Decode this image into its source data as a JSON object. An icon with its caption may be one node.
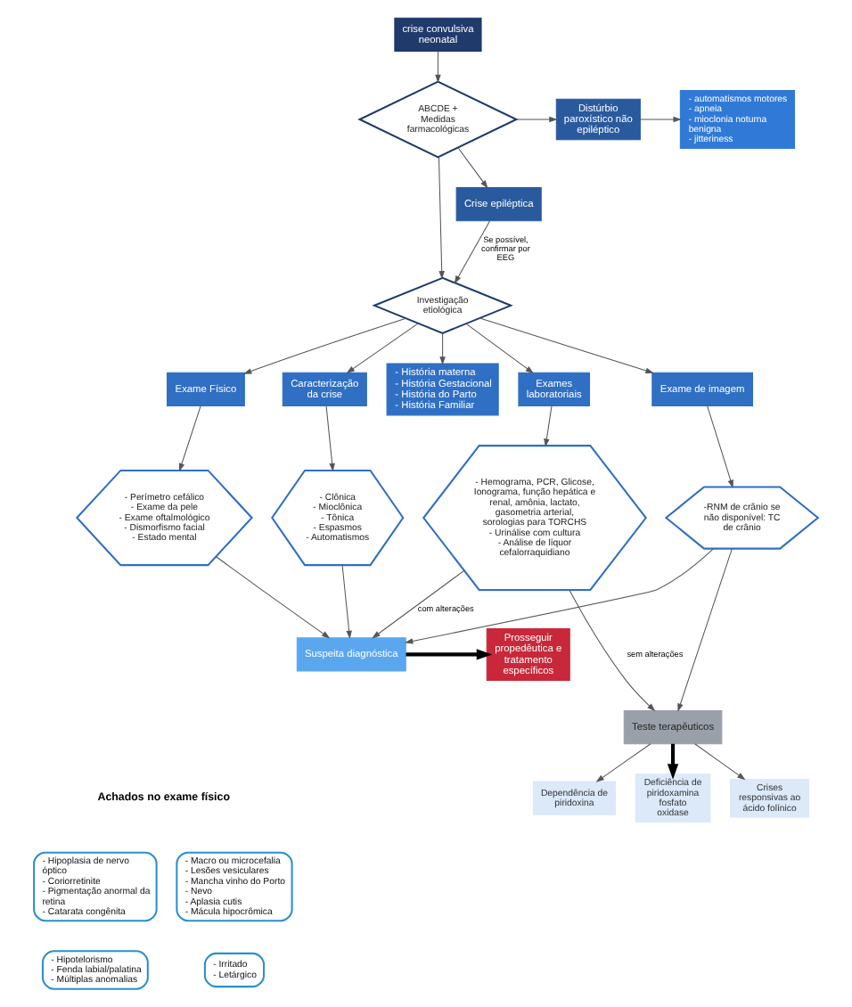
{
  "diagram": {
    "nodes": [
      {
        "text": [
          "crise convulsiva neonatal"
        ]
      },
      {
        "text": [
          "ABCDE + Medidas farmacológicas"
        ]
      },
      {
        "text": [
          "Distúrbio paroxístico não epiléptico"
        ]
      },
      {
        "text": [
          "- automatismos motores - apneia - mioclonia noturna benigna - jitteriness"
        ]
      },
      {
        "text": [
          "Crise epiléptica"
        ]
      },
      {
        "text": [
          "Investigação etiológica"
        ]
      },
      {
        "text": [
          "Exame Físico"
        ]
      },
      {
        "text": [
          "Caracterização da crise"
        ]
      },
      {
        "text": [
          "- História materna - História Gestacional - História do Parto - História Familiar"
        ]
      },
      {
        "text": [
          "Exames laboratoriais"
        ]
      },
      {
        "text": [
          "Exame de imagem"
        ]
      },
      {
        "text": [
          "- Perímetro cefálico - Exame da pele - Exame oftalmológico - Dismorfismo facial - Estado mental"
        ]
      },
      {
        "text": [
          "- Clônica - Mioclônica - Tônica - Espasmos - Automatismos"
        ]
      },
      {
        "text": [
          "- Hemograma, PCR, Glicose, Ionograma, função hepática e renal, amônia, lactato, gasometria arterial, sorologias para TORCHS - Urinálise com cultura - Análise de líquor cefalorraquidiano"
        ]
      },
      {
        "text": [
          "-RNM de crânio se não disponível: TC de crânio"
        ]
      },
      {
        "text": [
          "Suspeita diagnóstica"
        ]
      },
      {
        "text": [
          "Prosseguir propedêutica e tratamento específicos"
        ]
      },
      {
        "text": [
          "Teste terapêuticos"
        ]
      },
      {
        "text": [
          "Dependência de piridoxina"
        ]
      },
      {
        "text": [
          "Deficiência de piridoxamina fosfato oxidase"
        ]
      },
      {
        "text": [
          "Crises responsivas ao ácido folínico"
        ]
      },
      {
        "text": [
          "- Hipoplasia de nervo óptico - Coriorretinite - Pigmentação anormal da retina - Catarata congênita"
        ]
      },
      {
        "text": [
          "- Macro ou microcefalia - Lesões vesiculares - Mancha vinho do Porto - Nevo - Aplasia cutis - Mácula hipocrômica"
        ]
      },
      {
        "text": [
          "- Hipotelorismo - Fenda labial/palatina - Múltiplas anomalias"
        ]
      },
      {
        "text": [
          "- Irritado - Letárgico"
        ]
      }
    ],
    "edges": [
      {
        "from": 0,
        "to": 1,
        "arrow": "to"
      },
      {
        "from": 1,
        "to": 2,
        "arrow": "to"
      },
      {
        "from": 1,
        "to": 4,
        "arrow": "to"
      },
      {
        "from": 2,
        "to": 3,
        "arrow": "to"
      },
      {
        "from": 1,
        "to": 5,
        "arrow": "to"
      },
      {
        "from": 4,
        "to": 5,
        "arrow": "to",
        "label": "Se possível, confirmar por EEG"
      },
      {
        "from": 5,
        "to": 6,
        "arrow": "to"
      },
      {
        "from": 5,
        "to": 7,
        "arrow": "to"
      },
      {
        "from": 5,
        "to": 8,
        "arrow": "to"
      },
      {
        "from": 5,
        "to": 9,
        "arrow": "to"
      },
      {
        "from": 5,
        "to": 10,
        "arrow": "to"
      },
      {
        "from": 6,
        "to": 11,
        "arrow": "to"
      },
      {
        "from": 7,
        "to": 12,
        "arrow": "to"
      },
      {
        "from": 9,
        "to": 13,
        "arrow": "to"
      },
      {
        "from": 10,
        "to": 14,
        "arrow": "to"
      },
      {
        "from": 11,
        "to": 15,
        "arrow": "to"
      },
      {
        "from": 12,
        "to": 15,
        "arrow": "to"
      },
      {
        "from": 13,
        "to": 15,
        "arrow": "to",
        "label": "com alterações"
      },
      {
        "from": 14,
        "to": 15,
        "arrow": "to"
      },
      {
        "from": 13,
        "to": 17,
        "arrow": "to",
        "label": "sem alterações"
      },
      {
        "from": 14,
        "to": 17,
        "arrow": "to"
      },
      {
        "from": 15,
        "to": 16,
        "arrow": "to",
        "style": "thick",
        "color": "#000000"
      },
      {
        "from": 17,
        "to": 18,
        "arrow": "to"
      },
      {
        "from": 17,
        "to": 19,
        "arrow": "to",
        "style": "thick",
        "color": "#000000"
      },
      {
        "from": 17,
        "to": 20,
        "arrow": "to"
      }
    ],
    "labels": [
      "Achados no exame físico"
    ]
  }
}
